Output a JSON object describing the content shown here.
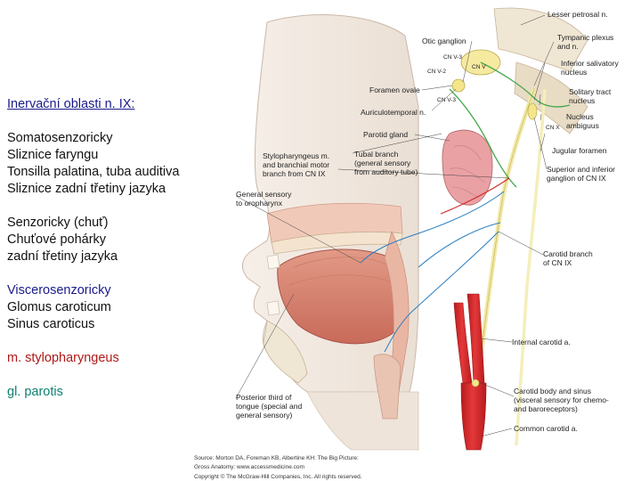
{
  "left_panel": {
    "heading": "Inervační oblasti n. IX:",
    "somato_title": "Somatosenzoricky",
    "somato_items": [
      "Sliznice faryngu",
      "Tonsilla palatina, tuba auditiva",
      "Sliznice zadní třetiny jazyka"
    ],
    "taste_title": "Senzoricky (chuť)",
    "taste_items": [
      "Chuťové pohárky",
      "zadní třetiny jazyka"
    ],
    "visc_title": "Viscerosenzoricky",
    "visc_items": [
      "Glomus caroticum",
      "Sinus caroticus"
    ],
    "muscle": "m. stylopharyngeus",
    "gland": "gl. parotis"
  },
  "figure_labels": {
    "lesser_petrosal": "Lesser petrosal n.",
    "otic_ganglion": "Otic ganglion",
    "tympanic_plexus": [
      "Tympanic plexus",
      "and n."
    ],
    "cn_v3_top": "CN V-3",
    "cn_v": "CN V",
    "cn_v2": "CN V-2",
    "inferior_salivatory": [
      "Inferior salivatory",
      "nucleus"
    ],
    "foramen_ovale": "Foramen ovale",
    "cn_v3_mid": "CN V-3",
    "solitary_tract": [
      "Solitary tract",
      "nucleus"
    ],
    "auriculotemporal": "Auriculotemporal n.",
    "nucleus_ambiguus": [
      "Nucleus",
      "ambiguus"
    ],
    "cn_x": "CN X",
    "parotid_gland": "Parotid gland",
    "jugular_foramen": "Jugular foramen",
    "stylopharyngeus_branch": [
      "Stylopharyngeus m.",
      "and branchial motor",
      "branch from CN IX"
    ],
    "tubal_branch": [
      "Tubal branch",
      "(general sensory",
      "from auditory tube)"
    ],
    "sup_inf_ganglion": [
      "Superior and inferior",
      "ganglion of CN IX"
    ],
    "general_sensory_oropharynx": [
      "General sensory",
      "to oropharynx"
    ],
    "carotid_branch": [
      "Carotid branch",
      "of CN IX"
    ],
    "internal_carotid": "Internal carotid a.",
    "posterior_third_tongue": [
      "Posterior third of",
      "tongue (special and",
      "general sensory)"
    ],
    "carotid_body_sinus": [
      "Carotid body and sinus",
      "(visceral sensory for chemo-",
      "and baroreceptors)"
    ],
    "common_carotid": "Common carotid a."
  },
  "source_lines": [
    "Source: Morton DA, Foreman KB, Albertine KH: The Big Picture:",
    "Gross Anatomy: www.accessmedicine.com",
    "Copyright © The McGraw-Hill Companies, Inc. All rights reserved."
  ],
  "colors": {
    "heading": "#1a1a8c",
    "muscle": "#b01818",
    "gland": "#0f8070",
    "nerve": "#f2e9a6",
    "artery": "#d8282a",
    "tissue": "#e7a58e",
    "bone": "#efe6d4"
  }
}
